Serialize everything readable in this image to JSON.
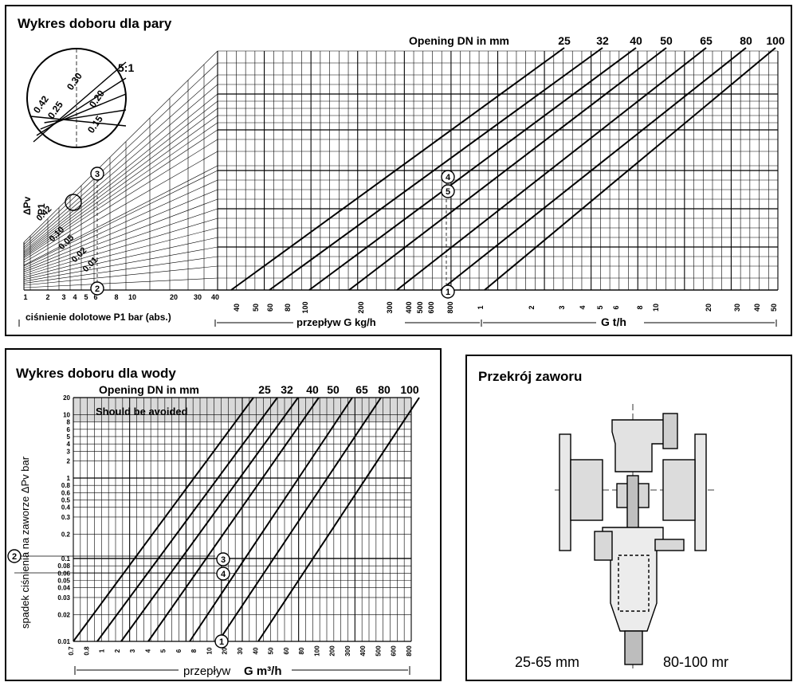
{
  "steam_chart": {
    "title": "Wykres doboru dla pary",
    "opening_label": "Opening DN in mm",
    "dn_labels": [
      "25",
      "32",
      "40",
      "50",
      "65",
      "80",
      "100"
    ],
    "zoom_label": "5:1",
    "circle_values": [
      "0.42",
      "0.30",
      "0.25",
      "0.20",
      "0.15"
    ],
    "dp_ratio_label": "ΔPv",
    "dp_ratio_denominator": "P1",
    "ratio_values": [
      "0.42",
      "0.10",
      "0.05",
      "0.02",
      "0.01"
    ],
    "pressure_ticks": [
      "1",
      "2",
      "3",
      "4",
      "5",
      "6",
      "8",
      "10",
      "20",
      "30",
      "40"
    ],
    "flow_kgh_ticks": [
      "40",
      "50",
      "60",
      "80",
      "100",
      "200",
      "300",
      "400",
      "500",
      "600",
      "800"
    ],
    "flow_th_ticks": [
      "1",
      "2",
      "3",
      "4",
      "5",
      "6",
      "8",
      "10",
      "20",
      "30",
      "40",
      "50"
    ],
    "axis_label_pressure": "ciśnienie dolotowe P1 bar (abs.)",
    "axis_label_flow_kgh": "przepływ G kg/h",
    "axis_label_flow_th": "G t/h",
    "markers": [
      "1",
      "2",
      "3",
      "4",
      "5"
    ]
  },
  "water_chart": {
    "title": "Wykres doboru dla wody",
    "opening_label": "Opening DN in mm",
    "dn_labels": [
      "25",
      "32",
      "40",
      "50",
      "65",
      "80",
      "100"
    ],
    "avoid_label": "Should be avoided",
    "y_axis_label": "spadek ciśnienia na zaworze ΔPv bar",
    "y_ticks": [
      "20",
      "10",
      "8",
      "6",
      "5",
      "4",
      "3",
      "2",
      "1",
      "0.8",
      "0.6",
      "0.5",
      "0.4",
      "0.3",
      "0.2",
      "0.1",
      "0.08",
      "0.06",
      "0.05",
      "0.04",
      "0.03",
      "0.02",
      "0.01"
    ],
    "x_ticks": [
      "0.7",
      "0.8",
      "1",
      "2",
      "3",
      "4",
      "5",
      "6",
      "8",
      "10",
      "20",
      "30",
      "40",
      "50",
      "60",
      "80",
      "100",
      "200",
      "300",
      "400",
      "500",
      "600",
      "800"
    ],
    "x_axis_label": "przepływ",
    "x_axis_unit": "G m³/h",
    "markers": [
      "1",
      "2",
      "3",
      "4"
    ]
  },
  "valve": {
    "title": "Przekrój zaworu",
    "label_small": "25-65 mm",
    "label_large": "80-100 mr"
  }
}
